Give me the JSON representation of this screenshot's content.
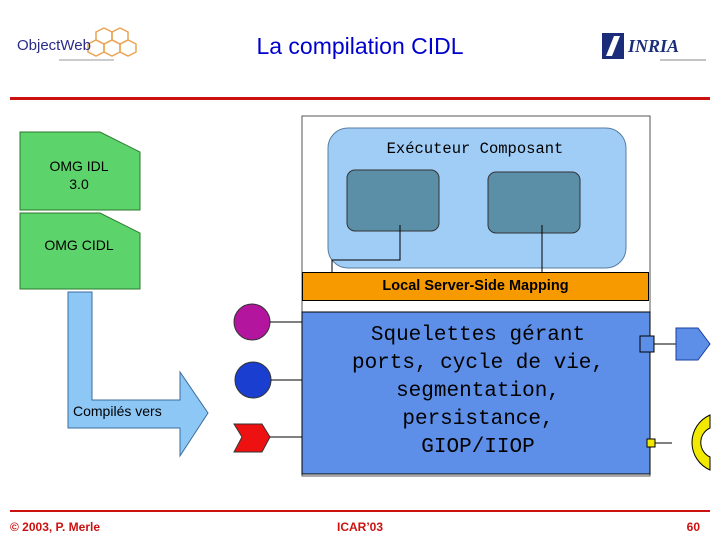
{
  "header": {
    "title": "La compilation CIDL",
    "logo_left_text": "ObjectWeb",
    "logo_right_text": "INRIA"
  },
  "docs": [
    {
      "line1": "OMG IDL",
      "line2": "3.0"
    },
    {
      "line1": "OMG CIDL",
      "line2": ""
    }
  ],
  "arrow_label": "Compilés vers",
  "executor": {
    "label": "Exécuteur Composant"
  },
  "mapping": {
    "label": "Local Server-Side Mapping"
  },
  "skeleton": {
    "lines": [
      "Squelettes gérant",
      "ports, cycle de vie,",
      "segmentation,",
      "persistance,",
      "GIOP/IIOP"
    ]
  },
  "footer": {
    "left": "© 2003, P. Merle",
    "center": "ICAR’03",
    "right": "60"
  },
  "colors": {
    "title": "#0000cc",
    "rule": "#cc1111",
    "doc_fill": "#5dd36b",
    "executor_fill": "#9fcdf6",
    "executor_inner": "#5b8fa8",
    "mapping_fill": "#f79a00",
    "skeleton_fill": "#5e8fe8",
    "arrow_fill": "#8cc7f6",
    "port_purple": "#b3159e",
    "port_blue": "#1a3fd0",
    "port_red": "#ee1111",
    "receptacle_yellow": "#f2e900"
  }
}
